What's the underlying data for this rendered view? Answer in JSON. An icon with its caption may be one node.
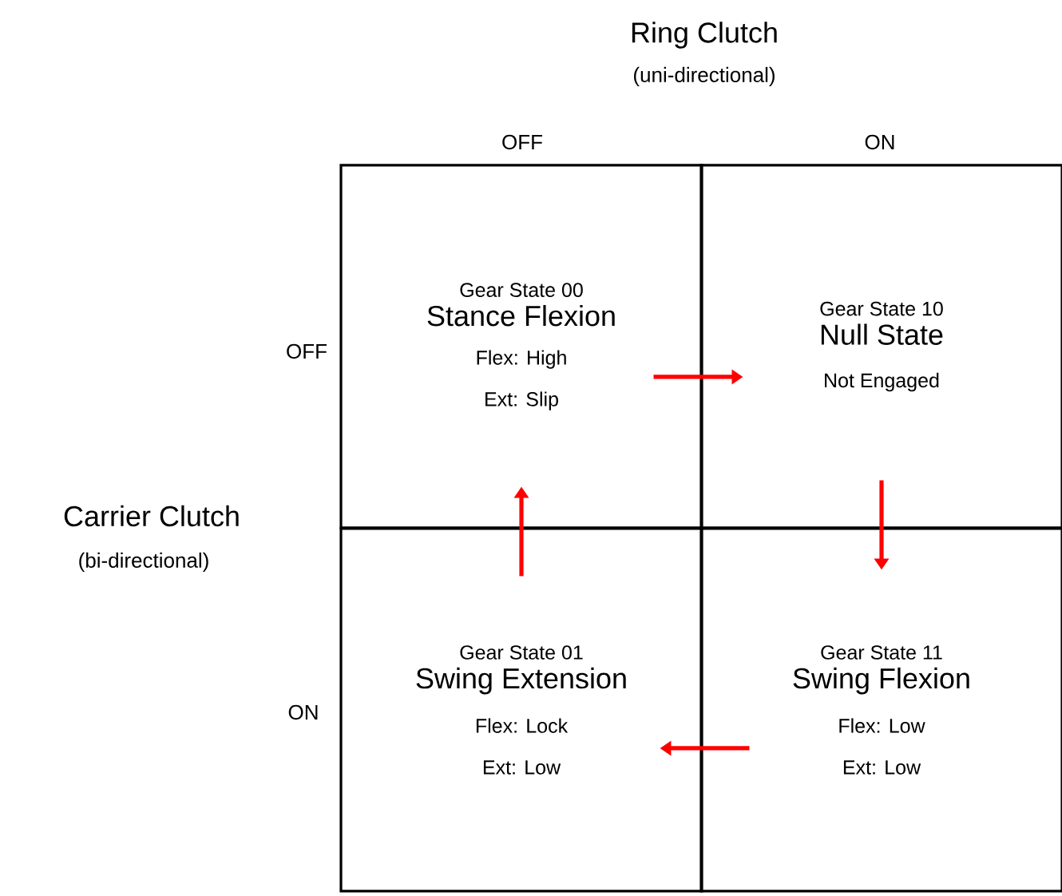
{
  "diagram": {
    "nodes": [
      {
        "text": [
          "Gear State 00",
          "Stance Flexion",
          "Flex: High Ext: Slip"
        ]
      },
      {
        "text": [
          "Gear State 10",
          "Null State",
          "Not Engaged"
        ]
      },
      {
        "text": [
          "Gear State 01",
          "Swing Extension",
          "Flex: Lock Ext: Low"
        ]
      },
      {
        "text": [
          "Gear State 11",
          "Swing Flexion",
          "Flex: Low Ext: Low"
        ]
      }
    ],
    "edges": [
      {
        "from": 0,
        "to": 1,
        "arrow": "to"
      },
      {
        "from": 1,
        "to": 3,
        "arrow": "to"
      },
      {
        "from": 3,
        "to": 2,
        "arrow": "to"
      },
      {
        "from": 2,
        "to": 0,
        "arrow": "to"
      }
    ],
    "labels": [
      "Ring Clutch",
      "(uni-directional)",
      "OFF",
      "ON",
      "OFF",
      "Carrier Clutch",
      "(bi-directional)",
      "ON"
    ]
  }
}
